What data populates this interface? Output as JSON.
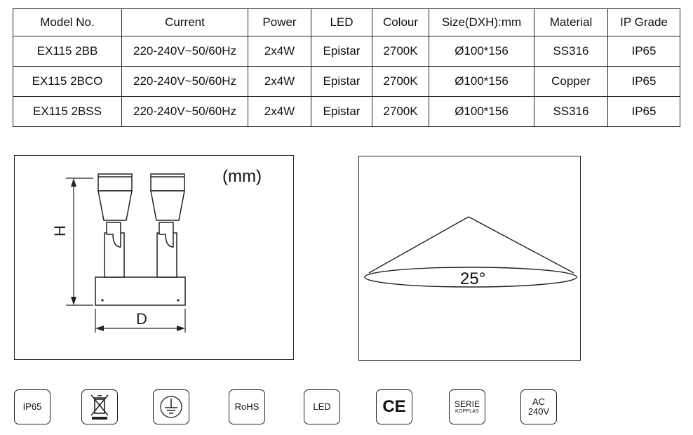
{
  "spec_table": {
    "headers": [
      "Model No.",
      "Current",
      "Power",
      "LED",
      "Colour",
      "Size(DXH):mm",
      "Material",
      "IP Grade"
    ],
    "rows": [
      [
        "EX115 2BB",
        "220-240V~50/60Hz",
        "2x4W",
        "Epistar",
        "2700K",
        "Ø100*156",
        "SS316",
        "IP65"
      ],
      [
        "EX115 2BCO",
        "220-240V~50/60Hz",
        "2x4W",
        "Epistar",
        "2700K",
        "Ø100*156",
        "Copper",
        "IP65"
      ],
      [
        "EX115 2BSS",
        "220-240V~50/60Hz",
        "2x4W",
        "Epistar",
        "2700K",
        "Ø100*156",
        "SS316",
        "IP65"
      ]
    ]
  },
  "dimension_drawing": {
    "unit": "(mm)",
    "height_label": "H",
    "diameter_label": "D"
  },
  "beam_diagram": {
    "angle": "25°"
  },
  "certifications": {
    "ip": "IP65",
    "rohs": "RoHS",
    "led": "LED",
    "ce": "CE",
    "serie_top": "SERIE",
    "serie_bottom": "KOPPLAS",
    "ac_top": "AC",
    "ac_bottom": "240V",
    "icons": [
      "weee-bin-icon",
      "ground-earth-icon"
    ]
  }
}
